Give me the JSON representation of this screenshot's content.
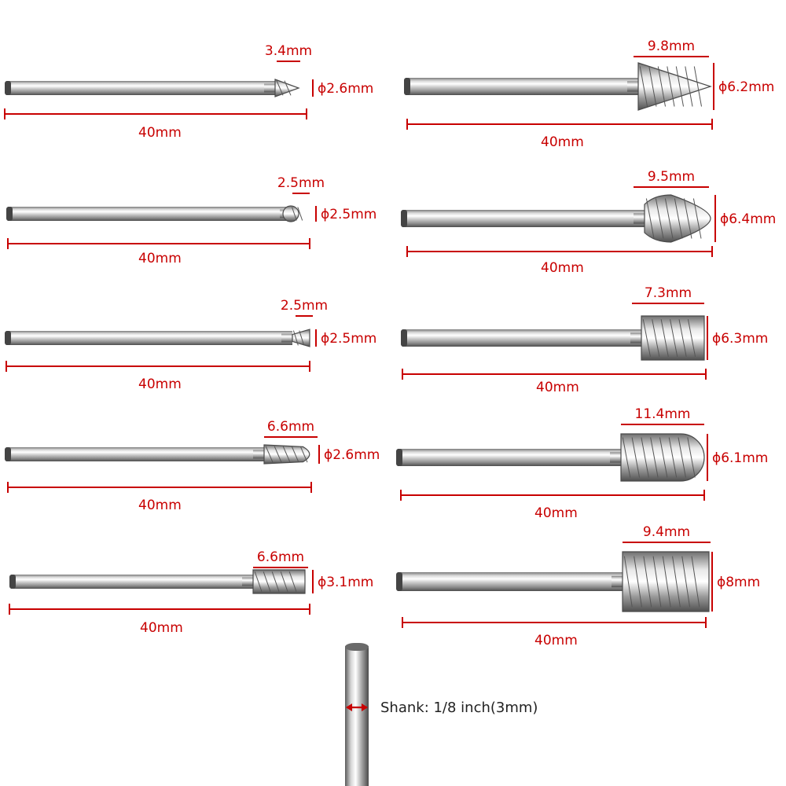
{
  "image": {
    "subject": "rotary burr bit set with dimension callouts",
    "colors": {
      "dimension": "#c80000",
      "metal_light": "#f2f2f2",
      "metal_dark": "#5a5a5a",
      "text_dark": "#222222"
    }
  },
  "bits": [
    {
      "id": "bit-1",
      "head": "cone-point",
      "head_length": "3.4mm",
      "diameter": "ϕ2.6mm",
      "length": "40mm"
    },
    {
      "id": "bit-2",
      "head": "ball",
      "head_length": "2.5mm",
      "diameter": "ϕ2.5mm",
      "length": "40mm"
    },
    {
      "id": "bit-3",
      "head": "inverted-cone",
      "head_length": "2.5mm",
      "diameter": "ϕ2.5mm",
      "length": "40mm"
    },
    {
      "id": "bit-4",
      "head": "tree",
      "head_length": "6.6mm",
      "diameter": "ϕ2.6mm",
      "length": "40mm"
    },
    {
      "id": "bit-5",
      "head": "cylinder",
      "head_length": "6.6mm",
      "diameter": "ϕ3.1mm",
      "length": "40mm"
    },
    {
      "id": "bit-6",
      "head": "cone-point",
      "head_length": "9.8mm",
      "diameter": "ϕ6.2mm",
      "length": "40mm"
    },
    {
      "id": "bit-7",
      "head": "flame",
      "head_length": "9.5mm",
      "diameter": "ϕ6.4mm",
      "length": "40mm"
    },
    {
      "id": "bit-8",
      "head": "cylinder",
      "head_length": "7.3mm",
      "diameter": "ϕ6.3mm",
      "length": "40mm"
    },
    {
      "id": "bit-9",
      "head": "cylinder-ball",
      "head_length": "11.4mm",
      "diameter": "ϕ6.1mm",
      "length": "40mm"
    },
    {
      "id": "bit-10",
      "head": "cylinder",
      "head_length": "9.4mm",
      "diameter": "ϕ8mm",
      "length": "40mm"
    }
  ],
  "shank": {
    "label": "Shank: 1/8 inch(3mm)"
  }
}
